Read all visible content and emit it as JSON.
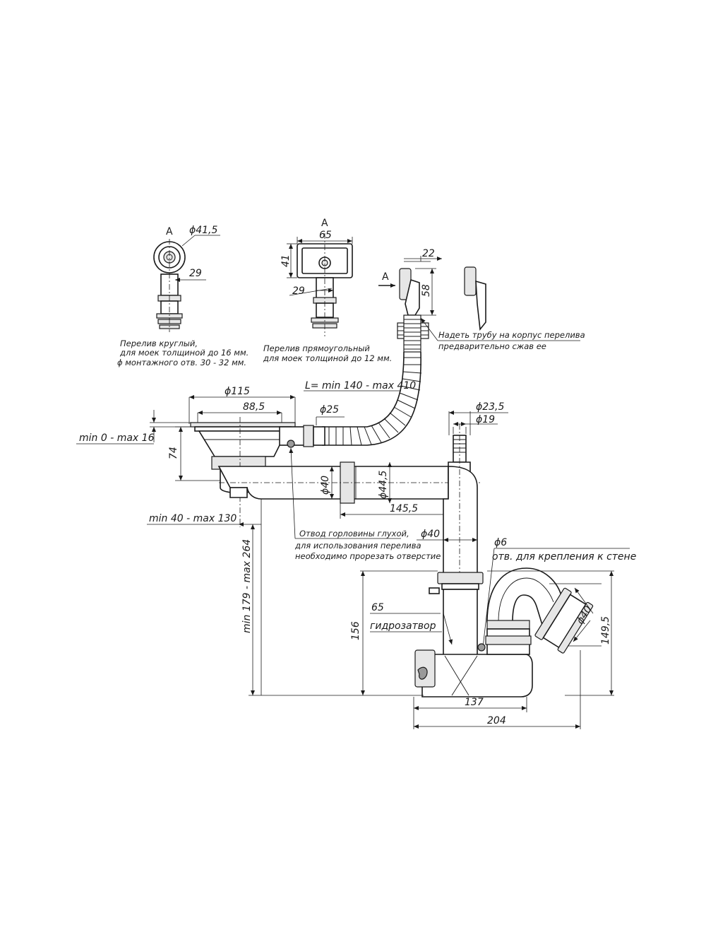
{
  "views": {
    "round_label": "A",
    "rect_label": "A",
    "arrow_label": "A"
  },
  "dimensions": {
    "d41_5": "ϕ41,5",
    "d29_round": "29",
    "d65": "65",
    "d41": "41",
    "d29_rect": "29",
    "d22": "22",
    "d58": "58",
    "d115": "ϕ115",
    "d88_5": "88,5",
    "d25": "ϕ25",
    "d23_5": "ϕ23,5",
    "d19": "ϕ19",
    "thickness": "min 0 - max 16",
    "d74": "74",
    "d40_h": "ϕ40",
    "d44_5": "ϕ44,5",
    "d145_5": "145,5",
    "offset": "min 40 - max 130",
    "d40_v": "ϕ40",
    "d6": "ϕ6",
    "height_range": "min 179 - max 264",
    "d65_seal": "65",
    "d156": "156",
    "d40_out": "ϕ40",
    "d149_5": "149,5",
    "d137": "137",
    "d204": "204",
    "hose_length": "L= min 140 - max 410"
  },
  "notes": {
    "round_overflow_1": "Перелив круглый,",
    "round_overflow_2": "для моек толщиной до 16 мм.",
    "round_overflow_3": "ϕ монтажного отв. 30 - 32 мм.",
    "rect_overflow_1": "Перелив прямоугольный",
    "rect_overflow_2": "для моек толщиной до 12 мм.",
    "hose_note_1": "Надеть трубу на корпус перелива",
    "hose_note_2": "предварительно сжав ее",
    "outlet_note_1": "Отвод горловины глухой,",
    "outlet_note_2": "для использования перелива",
    "outlet_note_3": "необходимо прорезать отверстие",
    "wall_mount": "отв. для крепления к стене",
    "water_seal": "гидрозатвор"
  }
}
